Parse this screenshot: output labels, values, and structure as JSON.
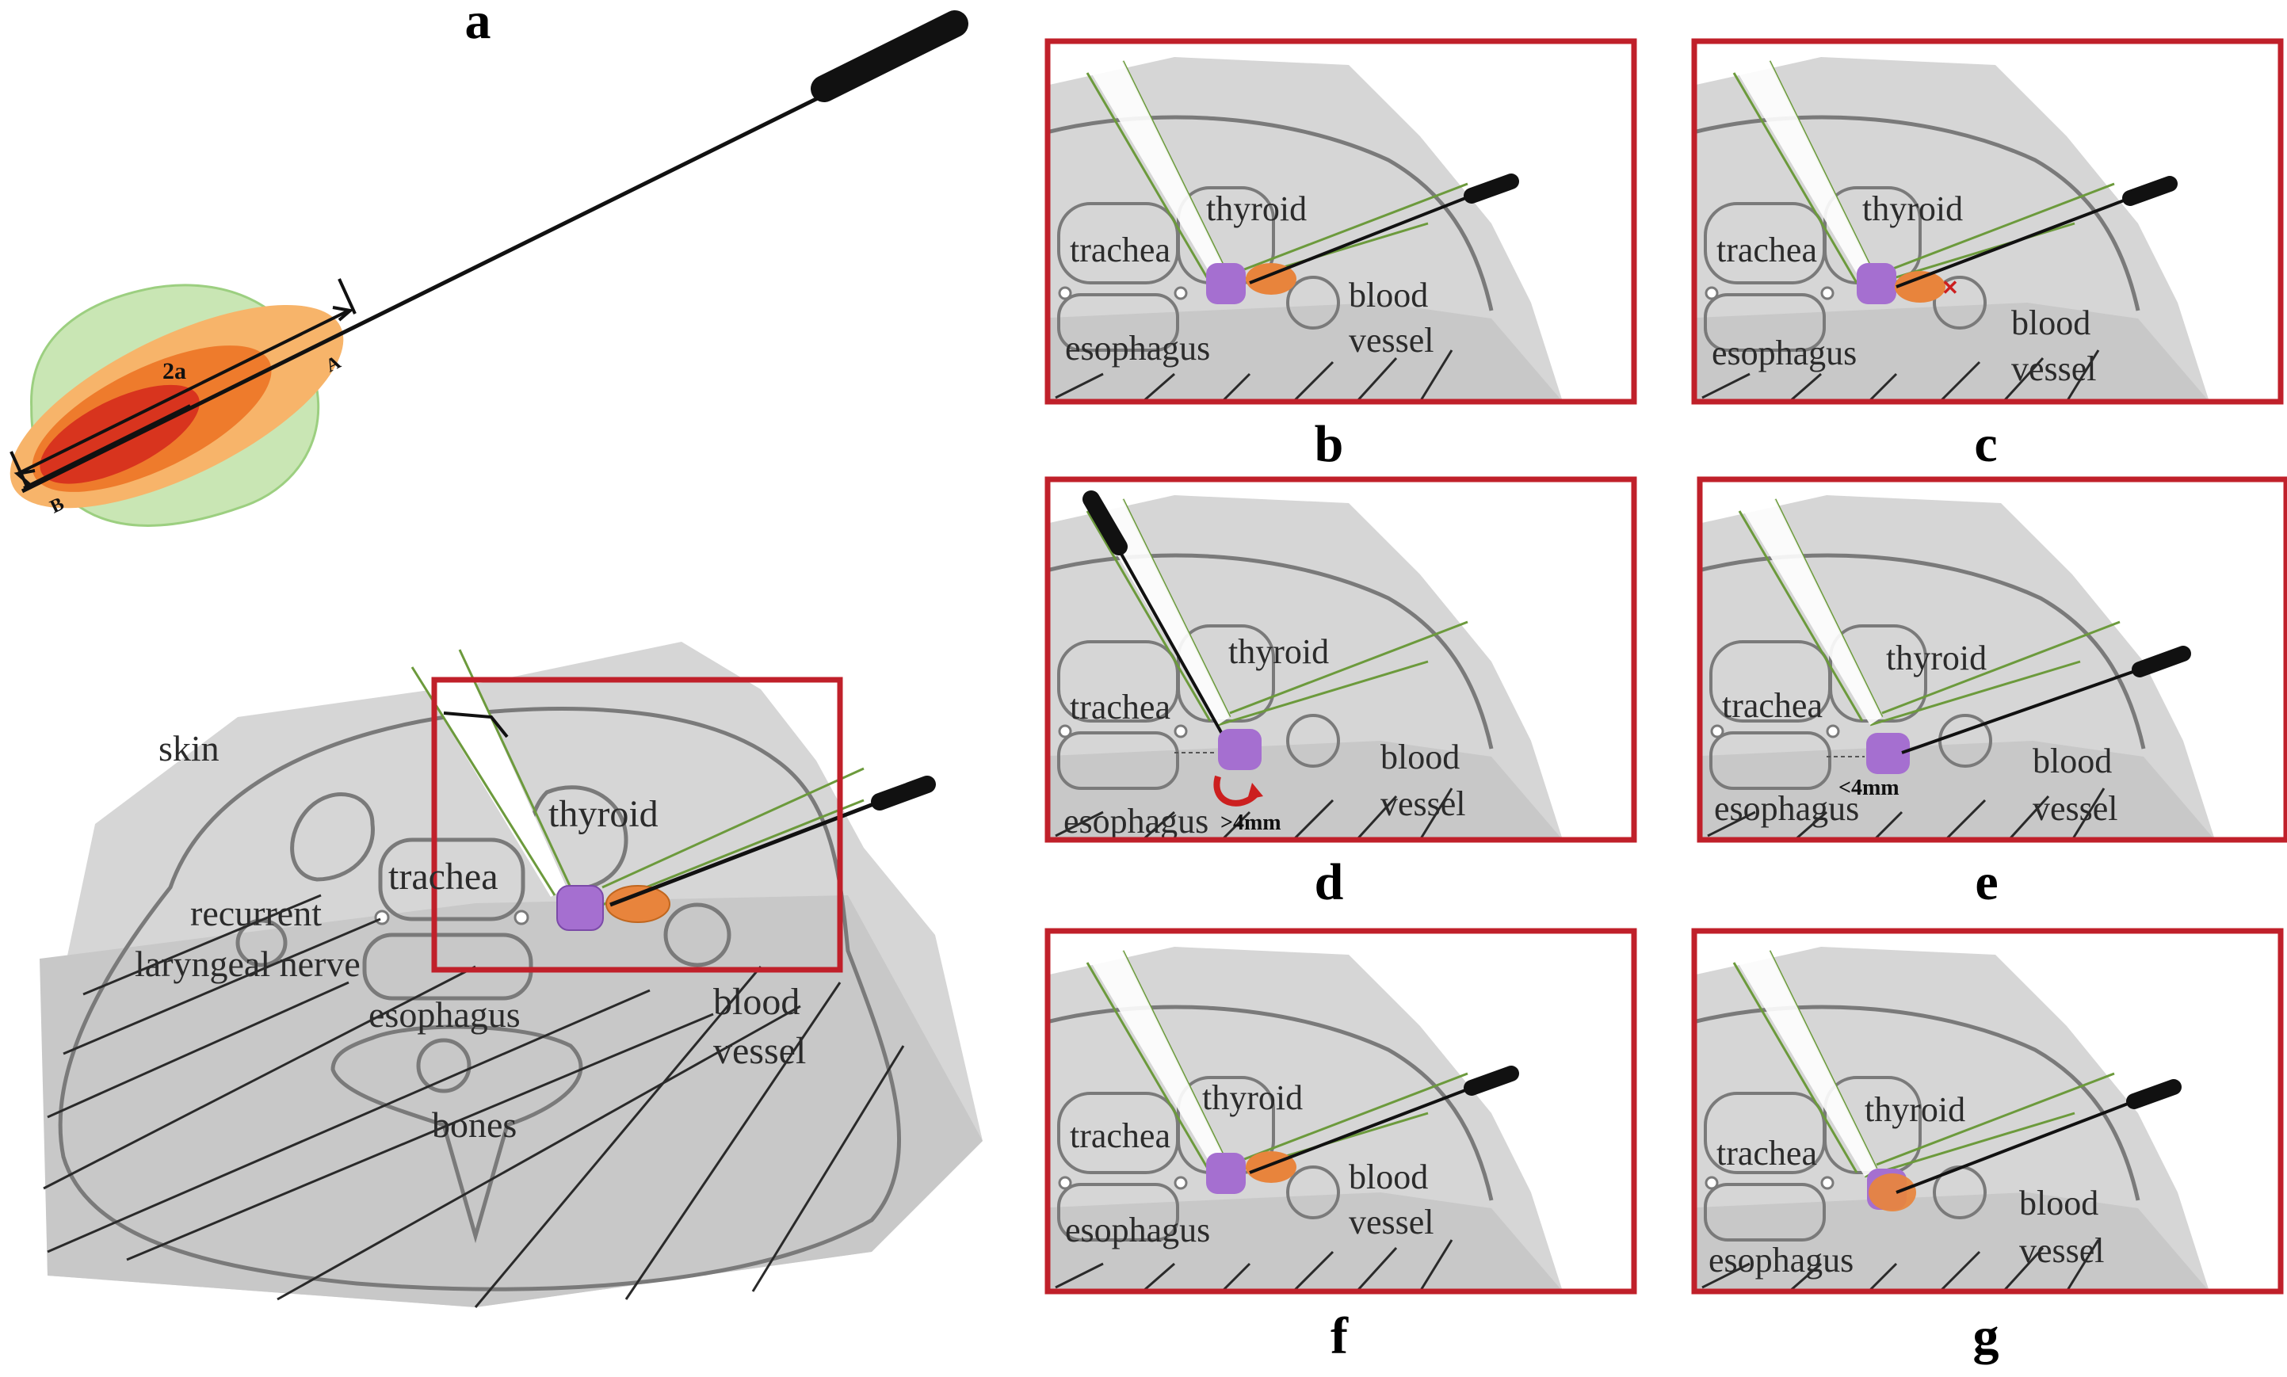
{
  "figure": {
    "panel_letters": {
      "a": "a",
      "b": "b",
      "c": "c",
      "d": "d",
      "e": "e",
      "f": "f",
      "g": "g"
    },
    "panel_a": {
      "dimension_2a": "2a",
      "label_A": "A",
      "label_B": "B"
    },
    "anatomy": {
      "skin": "skin",
      "thyroid": "thyroid",
      "trachea": "trachea",
      "recurrent_line1": "recurrent",
      "recurrent_line2": "laryngeal nerve",
      "esophagus": "esophagus",
      "blood": "blood",
      "vessel": "vessel",
      "bones": "bones"
    },
    "distance_labels": {
      "greater": ">4mm",
      "less": "<4mm"
    },
    "colors": {
      "tissue_light": "#d6d6d6",
      "tissue_dark": "#c6c6c6",
      "outline": "#7a7a7a",
      "frame": "#c0202a",
      "nodule": "#a56fd0",
      "ablation": "#e8843c",
      "probe": "#111111",
      "guide": "#6c9a3c",
      "zone_green": "#c9e6b4",
      "zone_outer": "#f7b46a",
      "zone_mid": "#ee7b2c",
      "zone_inner": "#d8341e",
      "arrow_red": "#cc1f1f"
    }
  }
}
